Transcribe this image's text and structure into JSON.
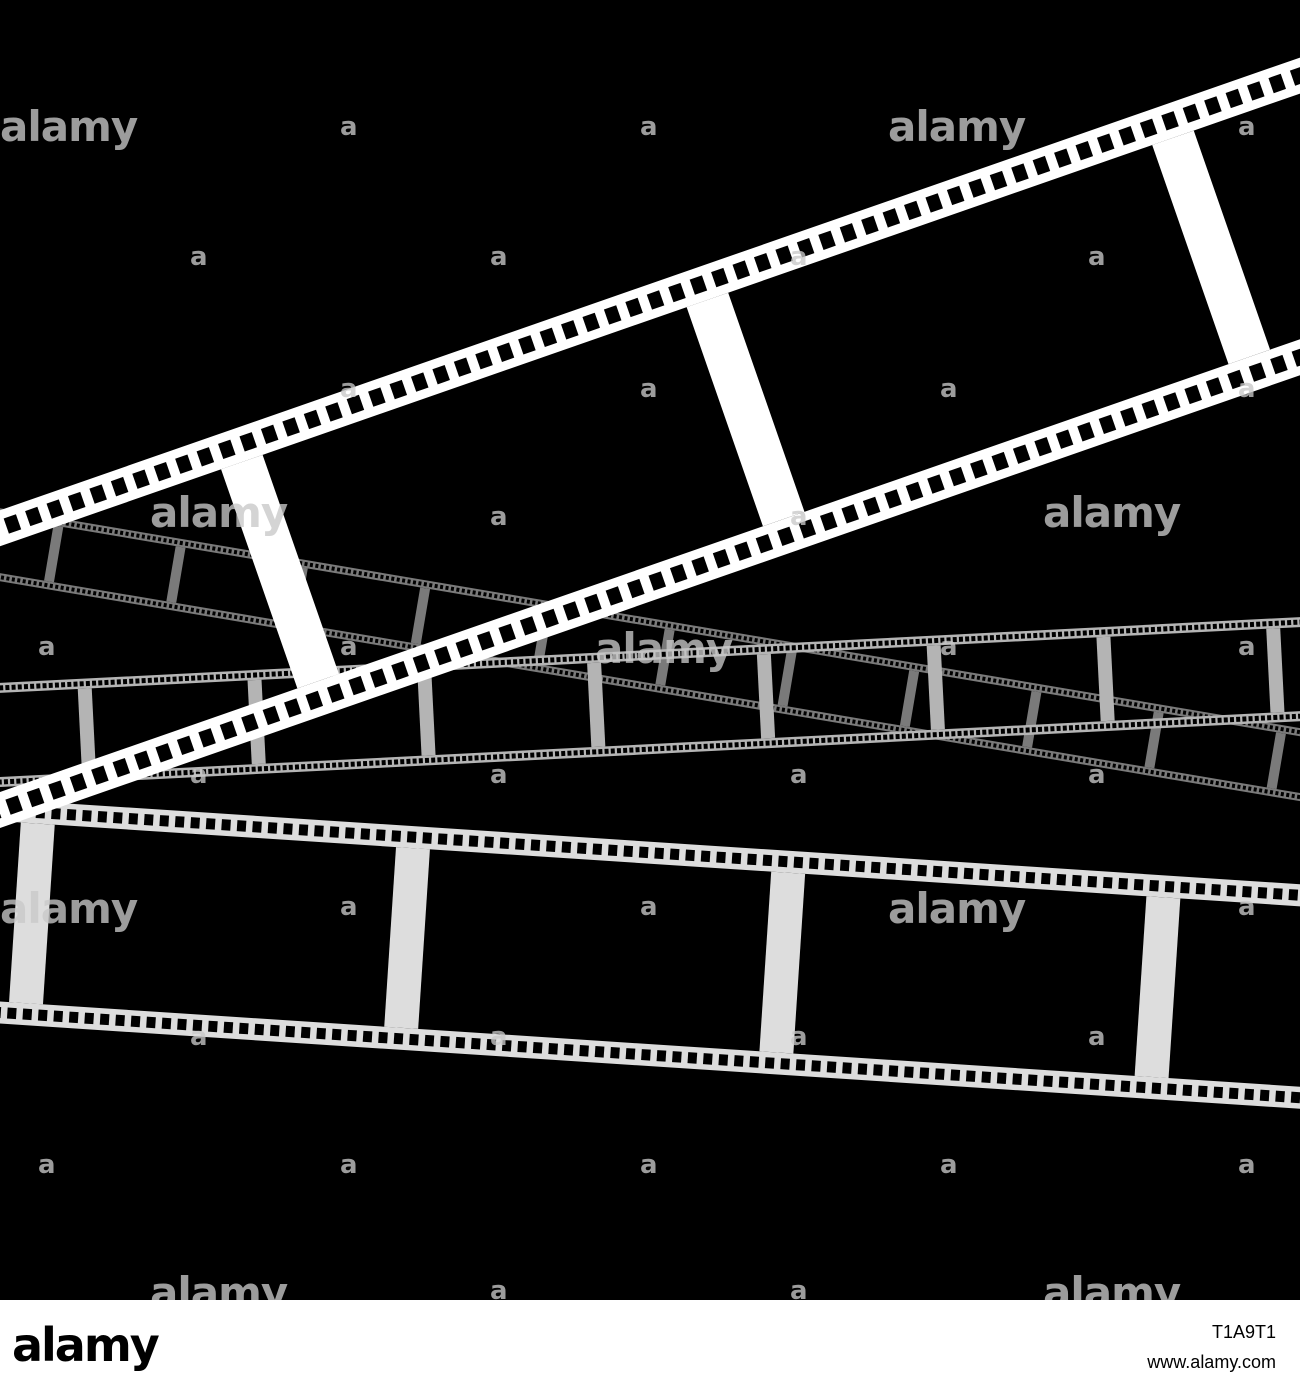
{
  "background_color": "#000000",
  "film_strips": [
    {
      "name": "top-bright-strip",
      "color": "#ffffff"
    },
    {
      "name": "thin-grey-strip",
      "color": "#7a7a7a"
    },
    {
      "name": "middle-grey-strip",
      "color": "#b4b4b4"
    },
    {
      "name": "bottom-light-strip",
      "color": "#dddddd"
    }
  ],
  "watermark": {
    "word": "alamy",
    "mark": "a"
  },
  "footer": {
    "logo": "alamy",
    "image_id": "T1A9T1",
    "url": "www.alamy.com"
  }
}
